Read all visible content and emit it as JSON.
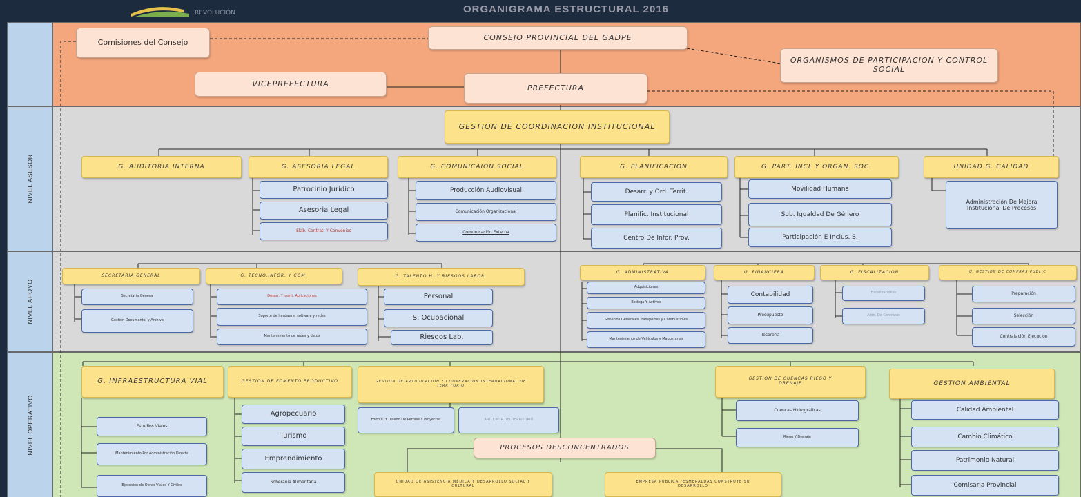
{
  "header": {
    "title": "ORGANIGRAMA ESTRUCTURAL 2016",
    "logo_text": "REVOLUCIÓN"
  },
  "bands": {
    "asesor": "NIVEL ASESOR",
    "apoyo": "NIVEL APOYO",
    "operativo": "NIVEL OPERATIVO"
  },
  "governance": {
    "comisiones": "Comisiones del Consejo",
    "consejo": "CONSEJO PROVINCIAL DEL GADPE",
    "organismos": "ORGANISMOS DE PARTICIPACION Y CONTROL SOCIAL",
    "viceprefectura": "VICEPREFECTURA",
    "prefectura": "PREFECTURA"
  },
  "coordination": "GESTION DE COORDINACION INSTITUCIONAL",
  "asesor_units": {
    "auditoria": "G. AUDITORIA INTERNA",
    "asesoria": "G. ASESORIA LEGAL",
    "comunicacion": "G. COMUNICAION SOCIAL",
    "planificacion": "G. PLANIFICACION",
    "participacion": "G. PART. INCL Y ORGAN. SOC.",
    "calidad": "UNIDAD G. CALIDAD",
    "asesoria_items": [
      "Patrocinio Juridico",
      "Asesoria Legal",
      "Elab. Contrat. Y Convenios"
    ],
    "comunicacion_items": [
      "Producción Audiovisual",
      "Comunicación Organizacional",
      "Comunicación Externa"
    ],
    "planificacion_items": [
      "Desarr. y Ord. Territ.",
      "Planific. Institucional",
      "Centro De Infor. Prov."
    ],
    "participacion_items": [
      "Movilidad Humana",
      "Sub. Igualdad De Género",
      "Participación E Inclus. S."
    ],
    "calidad_item": "Administración De Mejora Institucional De Procesos"
  },
  "apoyo_units": {
    "secretaria": "SECRETARIA GENERAL",
    "tecno": "G. TECNO.INFOR. Y COM.",
    "talento": "G. TALENTO H. Y RIESGOS LABOR.",
    "administrativa": "G. ADMINISTRATIVA",
    "financiera": "G. FINANCIERA",
    "fiscalizacion": "G. FISCALIZACION",
    "compras": "U. GESTION DE COMPRAS PUBLIC",
    "secretaria_items": [
      "Secretaria General",
      "Gestión Documental y Archivo"
    ],
    "tecno_items": [
      "Desarr. Y mant. Aplicaciones",
      "Soporte de hardware, software y redes",
      "Mantenimiento de redes y datos"
    ],
    "talento_items": [
      "Personal",
      "S. Ocupacional",
      "Riesgos Lab."
    ],
    "administrativa_items": [
      "Adquisiciones",
      "Bodega Y Activos",
      "Servicios Generales Transportes y Combustibles",
      "Mantenimiento de Vehículos y Maquinarias"
    ],
    "financiera_items": [
      "Contabilidad",
      "Presupuesto",
      "Tesoreria"
    ],
    "fiscalizacion_items": [
      "Fiscalizaciones",
      "Adm. De Contratos"
    ],
    "compras_items": [
      "Preparación",
      "Selección",
      "Contratación Ejecución"
    ]
  },
  "operativo_units": {
    "infraestructura": "G. INFRAESTRUCTURA VIAL",
    "fomento": "GESTION DE FOMENTO PRODUCTIVO",
    "articulacion": "GESTION DE ARTICULACION Y COOPERACION INTERNACIONAL DE TERRITORIO",
    "cuencas": "GESTION DE CUENCAS RIEGO Y DRENAJE",
    "ambiental": "GESTION AMBIENTAL",
    "desconcentrados": "PROCESOS DESCONCENTRADOS",
    "infraestructura_items": [
      "Estudios Viales",
      "Mantenimiento Por Administración Directa",
      "Ejecución de Obras Viales Y Civiles"
    ],
    "fomento_items": [
      "Agropecuario",
      "Turismo",
      "Emprendimiento",
      "Soberania Alimentaria"
    ],
    "articulacion_items": [
      "Formul. Y Diseño De Perfiles Y Proyectos",
      "ART. F.INTR.DEL TERRITORIO"
    ],
    "cuencas_items": [
      "Cuencas Hidrográficas",
      "Riego Y Drenaje"
    ],
    "ambiental_items": [
      "Calidad Ambiental",
      "Cambio Climático",
      "Patrimonio Natural",
      "Comisaria Provincial"
    ],
    "desconcentrados_items": [
      "UNIDAD DE ASISTENCIA MÉDICA Y DESARROLLO SOCIAL Y CULTURAL",
      "EMPRESA PUBLICA \"ESMERALDAS CONSTRUYE SU DESARROLLO"
    ]
  },
  "colors": {
    "band_gov": "#f4a67d",
    "band_asesor": "#d9d9d9",
    "band_apoyo": "#d9d9d9",
    "band_operativo": "#cfe6b6",
    "yellow_box": "#fde28c",
    "blue_box": "#d5e2f4",
    "peach_box": "#fde3d4"
  }
}
